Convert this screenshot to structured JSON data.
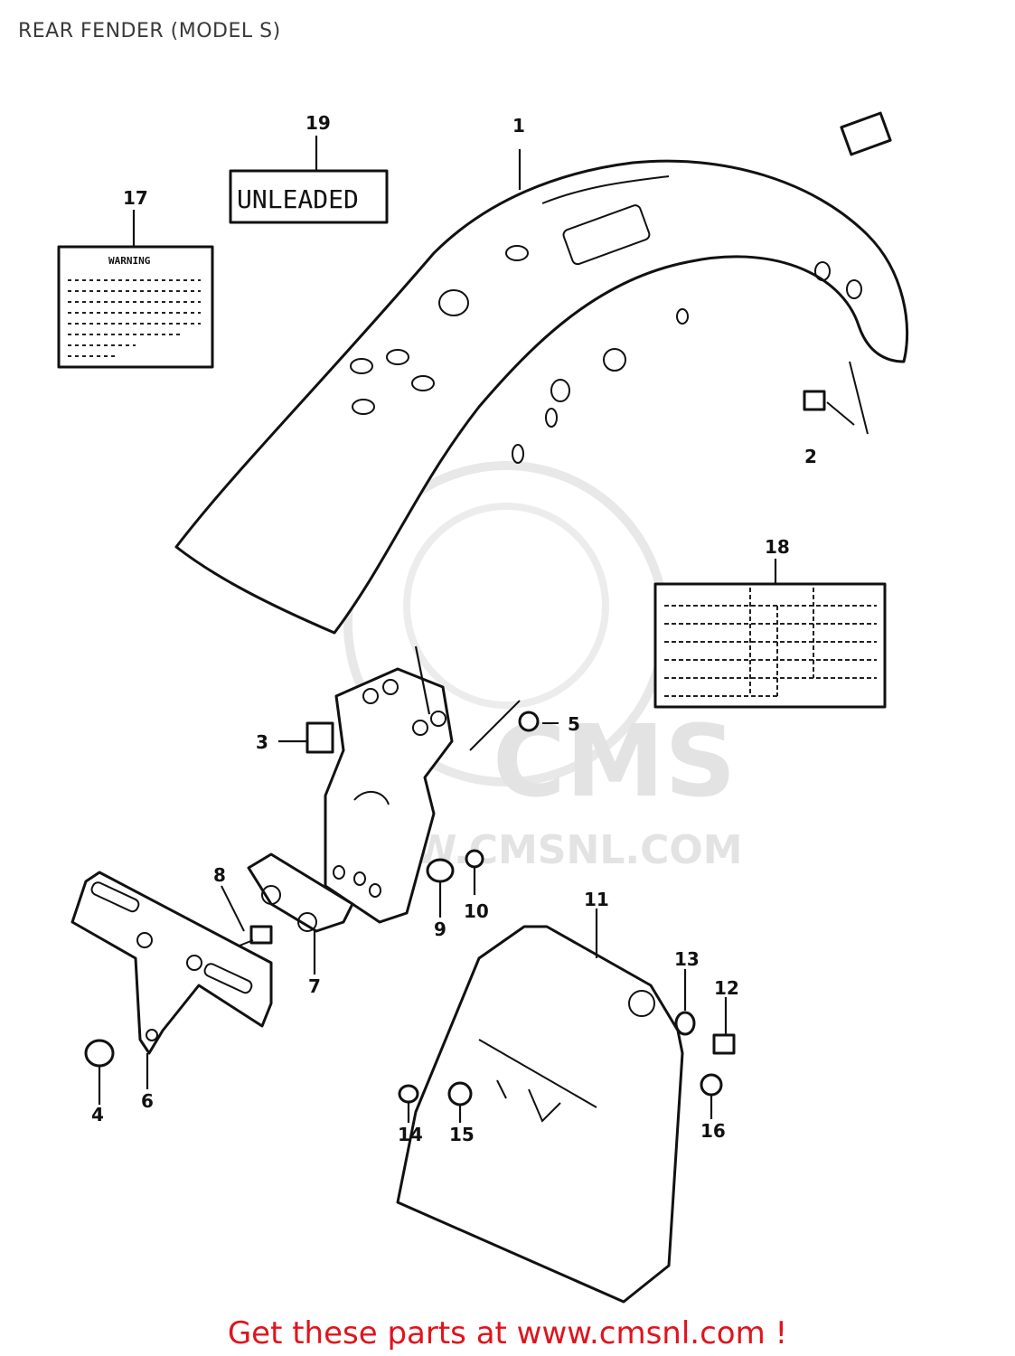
{
  "title": "REAR FENDER (MODEL S)",
  "footer": "Get these parts at www.cmsnl.com !",
  "watermark": {
    "brand": "CMS",
    "url": "WWW.CMSNL.COM"
  },
  "labels": {
    "unleaded": "UNLEADED",
    "warning": "WARNING"
  },
  "callouts": [
    "1",
    "2",
    "3",
    "4",
    "5",
    "6",
    "7",
    "8",
    "9",
    "10",
    "11",
    "12",
    "13",
    "14",
    "15",
    "16",
    "17",
    "18",
    "19"
  ],
  "colors": {
    "footer": "#e0141c",
    "ink": "#111111",
    "watermark": "#e6e6e6"
  }
}
